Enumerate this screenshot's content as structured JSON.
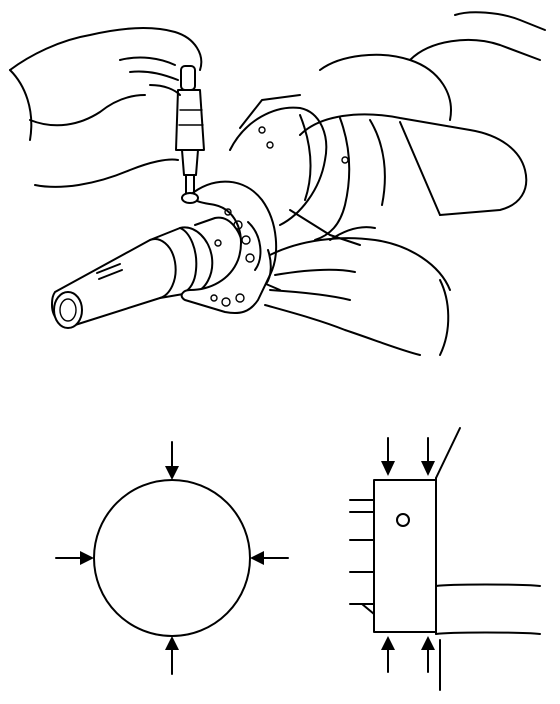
{
  "figure": {
    "top_illustration": "micrometer-measuring-crankshaft-journal",
    "bottom_left": "journal-cross-section-circle",
    "bottom_right": "journal-side-view",
    "arrow_color": "#000000",
    "line_color": "#000000",
    "background_color": "#ffffff"
  },
  "diagram": {
    "circle_measure_points": [
      "top",
      "left",
      "right",
      "bottom"
    ],
    "side_measure_points": [
      "top-left",
      "top-right",
      "bottom-left",
      "bottom-right"
    ]
  }
}
